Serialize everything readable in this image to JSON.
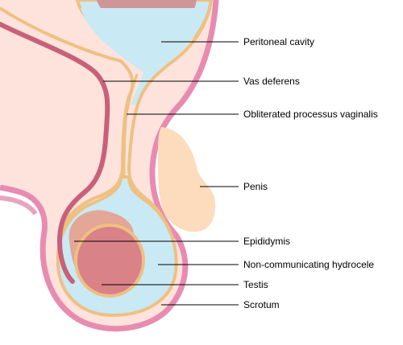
{
  "diagram": {
    "labels": {
      "peritoneal_cavity": "Peritoneal cavity",
      "vas_deferens": "Vas deferens",
      "obliterated_processus_vaginalis": "Obliterated processus vaginalis",
      "penis": "Penis",
      "epididymis": "Epididymis",
      "non_communicating_hydrocele": "Non-communicating hydrocele",
      "testis": "Testis",
      "scrotum": "Scrotum"
    },
    "colors": {
      "skin_pink": "#e88bb0",
      "tissue_fill": "#fde3dc",
      "membrane_tan": "#eec083",
      "fluid_blue": "#c9e9f4",
      "vas_deferens": "#c9607a",
      "testis": "#d98287",
      "epididymis": "#e3a697",
      "penis": "#fcdcbc",
      "bowel": "#cf9698"
    }
  }
}
